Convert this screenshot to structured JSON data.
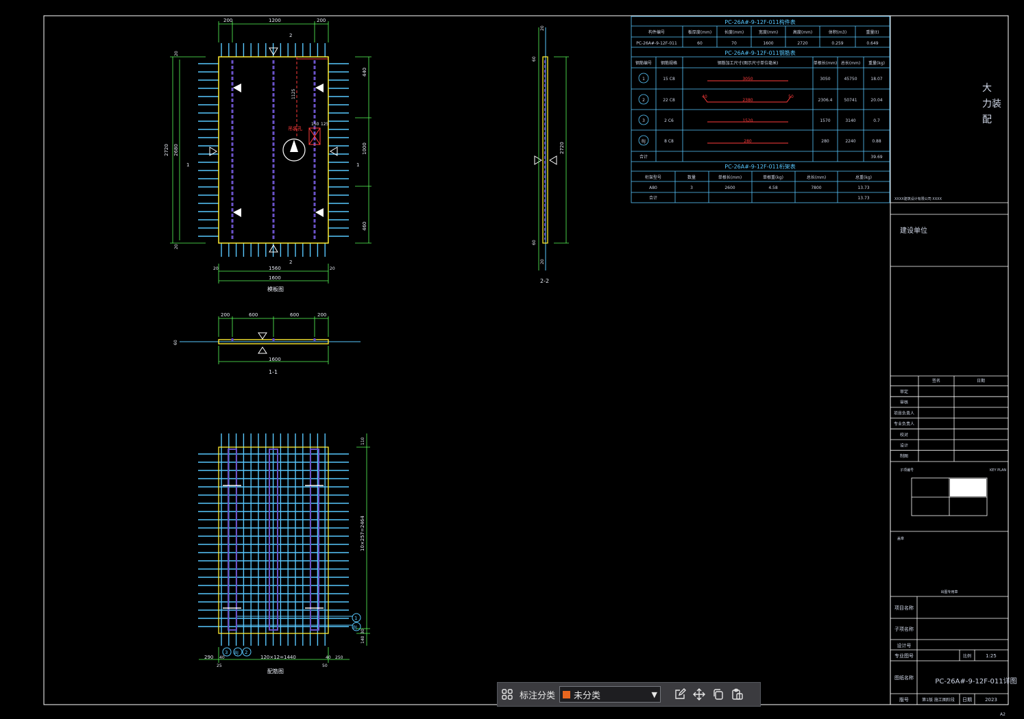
{
  "drawing": {
    "plan_label": "模板图",
    "rebar_label": "配筋图",
    "section_11": "1-1",
    "section_22": "2-2",
    "dims": {
      "top_200a": "200",
      "top_1200": "1200",
      "top_200b": "200",
      "left_2720": "2720",
      "left_2680": "2680",
      "left_20a": "20",
      "left_20b": "20",
      "right_440": "440",
      "right_1000": "1000",
      "right_460": "460",
      "bot_1560": "1560",
      "bot_1600": "1600",
      "bot_20a": "20",
      "bot_20b": "20",
      "cut_2": "2",
      "cut_1": "1",
      "emb_1125": "1125",
      "emb_150": "150",
      "emb_125": "125",
      "emb_tag": "吊装孔",
      "s11_200a": "200",
      "s11_600a": "600",
      "s11_600b": "600",
      "s11_200b": "200",
      "s11_1600": "1600",
      "s11_60": "60",
      "s22_20a": "20",
      "s22_60a": "60",
      "s22_2720": "2720",
      "s22_60b": "60",
      "s22_20b": "20",
      "rb_110": "110",
      "rb_mid": "10×257=2464",
      "rb_140": "140",
      "rb_30": "30",
      "rb_290": "290",
      "rb_40a": "40",
      "rb_b": "120×12=1440",
      "rb_40b": "40",
      "rb_250": "250",
      "rb_25": "25",
      "rb_50": "50"
    },
    "bubbles": {
      "b1": "1",
      "b2": "2",
      "b3": "3",
      "bj": "BJ"
    }
  },
  "table1": {
    "title": "PC-26A#-9-12F-011构件表",
    "headers": [
      "构件编号",
      "板厚度(mm)",
      "长度(mm)",
      "宽度(mm)",
      "高度(mm)",
      "体积(m3)",
      "重量(t)"
    ],
    "row": [
      "PC-26A#-9-12F-011",
      "60",
      "70",
      "1600",
      "2720",
      "0.259",
      "0.649"
    ]
  },
  "table2": {
    "title": "PC-26A#-9-12F-011钢筋表",
    "headers": [
      "钢筋编号",
      "钢筋规格",
      "钢筋加工尺寸(图示尺寸单位毫米)",
      "单根长(mm)",
      "总长(mm)",
      "重量(kg)"
    ],
    "rows": [
      {
        "id": "1",
        "spec": "15 C8",
        "shape": "3050",
        "len": "3050",
        "total": "45750",
        "weight": "18.07"
      },
      {
        "id": "2",
        "spec": "22 C8",
        "shape": "2380",
        "len": "2306.4",
        "total": "50741",
        "weight": "20.04"
      },
      {
        "id": "3",
        "spec": "2 C6",
        "shape": "1520",
        "len": "1570",
        "total": "3140",
        "weight": "0.7"
      },
      {
        "id": "BJ",
        "spec": "8 C8",
        "shape": "280",
        "len": "280",
        "total": "2240",
        "weight": "0.88"
      }
    ],
    "shape_hook_l": "40",
    "shape_hook_r": "50",
    "sum_label": "合计",
    "sum_value": "39.69"
  },
  "table3": {
    "title": "PC-26A#-9-12F-011桁架表",
    "headers": [
      "桁架型号",
      "数量",
      "单根长(mm)",
      "单根重(kg)",
      "总长(mm)",
      "总重(kg)"
    ],
    "row": [
      "A80",
      "3",
      "2600",
      "4.58",
      "7800",
      "13.73"
    ],
    "sum_label": "合计",
    "sum_value": "13.73"
  },
  "titleblock": {
    "chars": [
      "大",
      "力装",
      "配"
    ],
    "note_small": "XXXX建筑设计有限公司 XXXX",
    "client_label": "建设单位",
    "sign_headers": [
      "签名",
      "日期"
    ],
    "sign_rows": [
      "审定",
      "审核",
      "项目负责人",
      "专业负责人",
      "校对",
      "设计",
      "制图"
    ],
    "keyplan_label": "子项编号",
    "keyplan_right": "KEY PLAN",
    "seal_label": "盖章",
    "seal_note": "出图专用章",
    "project_name_label": "项目名称",
    "subproject_label": "子项名称",
    "design_no_label": "设计号",
    "drawing_no_label": "专业图号",
    "scale_label": "比例",
    "scale_value": "1:25",
    "drawing_name_label": "图纸名称",
    "drawing_name_value": "PC-26A#-9-12F-011详图",
    "version_label": "版号",
    "version_value": "第1版 施工图阶段",
    "date_label": "日期",
    "date_value": "2023",
    "sheet_size": "A2"
  },
  "toolbar": {
    "label": "标注分类",
    "selected": "未分类",
    "swatch": "#e8661f"
  }
}
